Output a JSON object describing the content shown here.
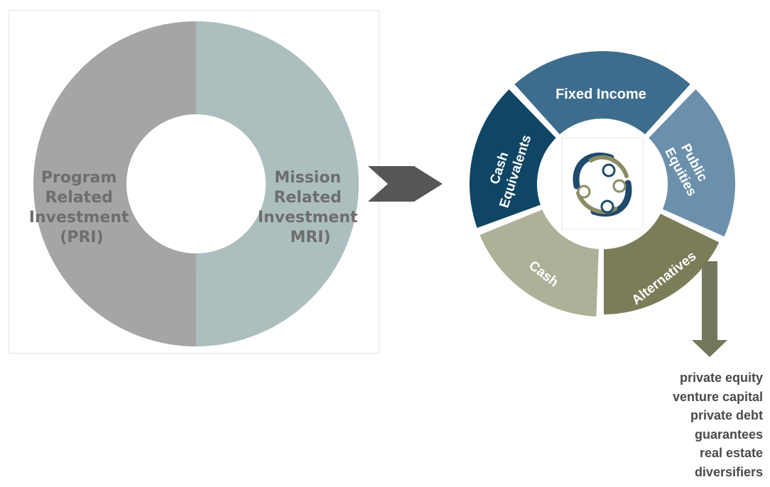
{
  "left_diagram": {
    "segments": [
      {
        "label_lines": [
          "Program",
          "Related",
          "Investment",
          "(PRI)"
        ],
        "share": 0.5,
        "color": "#a5a5a5"
      },
      {
        "label_lines": [
          "Mission",
          "Related",
          "Investment",
          "MRI)"
        ],
        "share": 0.5,
        "color": "#acbfbe"
      }
    ]
  },
  "arrow": {
    "color": "#565656"
  },
  "wheel": {
    "segments": [
      {
        "label_lines": [
          "Fixed Income"
        ],
        "color": "#3e6c8d"
      },
      {
        "label_lines": [
          "Public",
          "Equities"
        ],
        "color": "#6b90ab"
      },
      {
        "label_lines": [
          "Alternatives"
        ],
        "color": "#7b7d58"
      },
      {
        "label_lines": [
          "Cash"
        ],
        "color": "#afb098"
      },
      {
        "label_lines": [
          "Cash",
          "Equivalents"
        ],
        "color": "#0f4565"
      }
    ],
    "logo": {
      "icon": "people-circle-logo-icon",
      "colors": [
        "#1d4a6d",
        "#8c8c64"
      ]
    }
  },
  "alternatives_detail": {
    "arrow_color": "#75775a",
    "items": [
      "private equity",
      "venture capital",
      "private debt",
      "guarantees",
      "real estate",
      "diversifiers"
    ]
  }
}
